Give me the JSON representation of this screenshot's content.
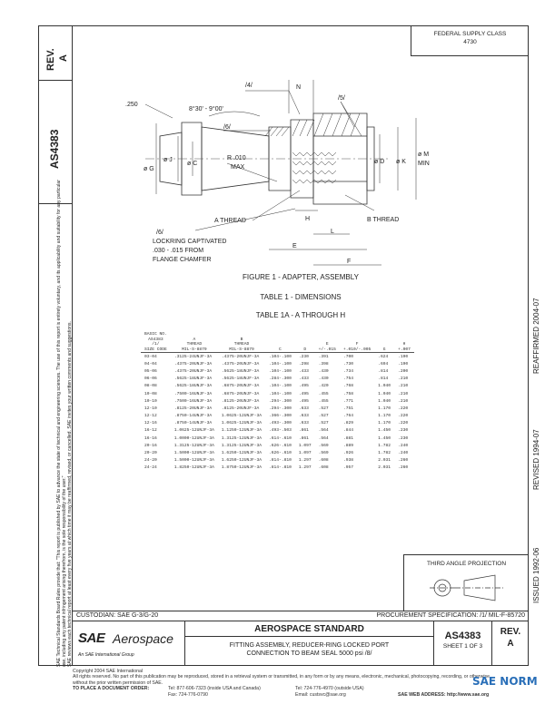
{
  "sidebar": {
    "rev_label": "REV.",
    "rev_value": "A",
    "doc_number": "AS4383",
    "legal_text": "SAE Technical Standards Board Rules provide that: \"This report is published by SAE to advance the state of technical and engineering sciences. The use of this report is entirely voluntary, and its applicability and suitability for any particular use, including any patent infringement arising therefrom, is the sole responsibility of the user.\"",
    "review_text": "SAE reviews each technical report at least every five years at which time it may be reaffirmed, revised, or cancelled. SAE invites your written comments and suggestions."
  },
  "right_margin": {
    "issued": "ISSUED 1992-06",
    "revised": "REVISED 1994-07",
    "reaffirmed": "REAFFIRMED 2004-07"
  },
  "federal_supply": {
    "label": "FEDERAL SUPPLY CLASS",
    "value": "4730"
  },
  "drawing": {
    "labels": {
      "dim_250": ".250",
      "angle": "8°30' - 9°00'",
      "note4": "/4/",
      "note6a": "/6/",
      "note5": "/5/",
      "n": "N",
      "phi_j": "ø J",
      "phi_c": "ø C",
      "phi_g": "ø G",
      "r_label": "R .010",
      "r_max": "MAX",
      "phi_d": "ø D",
      "phi_k": "ø K",
      "phi_m": "ø M",
      "min": "MIN",
      "a_thread": "A THREAD",
      "b_thread": "B THREAD",
      "h": "H",
      "l": "L",
      "e": "E",
      "f": "F",
      "note6b": "/6/",
      "lock1": "LOCKRING CAPTIVATED",
      "lock2": ".030 - .015 FROM",
      "lock3": "FLANGE CHAMFER"
    }
  },
  "captions": {
    "figure": "FIGURE 1 - ADAPTER, ASSEMBLY",
    "table1": "TABLE 1 - DIMENSIONS",
    "table1a": "TABLE 1A - A THROUGH H"
  },
  "table": {
    "headers": [
      "BASIC NO.\nAS4383\n/1/\nSIZE CODE",
      "A\nTHREAD\nMIL-S-8879",
      "B\nTHREAD\nMIL-S-8879",
      "C",
      "D",
      "E\n+/-.015",
      "F\n+.010/-.005",
      "G",
      "H\n+.007"
    ],
    "rows": [
      [
        "03-04",
        ".3125-24UNJF-3A",
        ".4375-20UNJF-3A",
        ".104-.100",
        ".230",
        ".391",
        ".700",
        ".624",
        ".190"
      ],
      [
        "04-04",
        ".4375-20UNJF-3A",
        ".4375-20UNJF-3A",
        ".104-.100",
        ".298",
        ".398",
        ".730",
        ".694",
        ".190"
      ],
      [
        "05-06",
        ".4375-20UNJF-3A",
        ".5625-18UNJF-3A",
        ".104-.100",
        ".433",
        ".430",
        ".734",
        ".814",
        ".200"
      ],
      [
        "06-06",
        ".5625-18UNJF-3A",
        ".5625-18UNJF-3A",
        ".284-.300",
        ".433",
        ".430",
        ".754",
        ".814",
        ".210"
      ],
      [
        "08-08",
        ".5625-18UNJF-3A",
        ".6875-20UNJF-3A",
        ".104-.100",
        ".495",
        ".420",
        ".768",
        "1.040",
        ".210"
      ],
      [
        "10-08",
        ".7500-16UNJF-3A",
        ".6875-20UNJF-3A",
        ".104-.100",
        ".495",
        ".455",
        ".758",
        "1.040",
        ".210"
      ],
      [
        "10-10",
        ".7500-16UNJF-3A",
        ".8125-20UNJF-3A",
        ".294-.300",
        ".495",
        ".455",
        ".771",
        "1.040",
        ".210"
      ],
      [
        "12-10",
        ".8125-20UNJF-3A",
        ".8125-20UNJF-3A",
        ".294-.300",
        ".633",
        ".527",
        ".751",
        "1.170",
        ".220"
      ],
      [
        "12-12",
        ".8750-14UNJF-3A",
        "1.0625-12UNJF-3A",
        ".366-.300",
        ".633",
        ".527",
        ".764",
        "1.170",
        ".220"
      ],
      [
        "12-16",
        ".8750-14UNJF-3A",
        "1.0625-12UNJF-3A",
        ".493-.300",
        ".633",
        ".527",
        ".829",
        "1.170",
        ".220"
      ],
      [
        "16-12",
        "1.0625-12UNJF-3A",
        "1.1250-12UNJF-3A",
        ".493-.503",
        ".861",
        ".564",
        ".844",
        "1.450",
        ".230"
      ],
      [
        "16-16",
        "1.0000-12UNJF-3A",
        "1.3125-12UNJF-3A",
        ".614-.610",
        ".861",
        ".564",
        ".881",
        "1.450",
        ".230"
      ],
      [
        "20-16",
        "1.3125-12UNJF-3A",
        "1.3125-12UNJF-3A",
        ".626-.610",
        "1.097",
        ".569",
        ".889",
        "1.782",
        ".240"
      ],
      [
        "20-20",
        "1.5000-12UNJF-3A",
        "1.6250-12UNJF-3A",
        ".626-.610",
        "1.097",
        ".569",
        ".926",
        "1.782",
        ".240"
      ],
      [
        "24-20",
        "1.5000-12UNJF-3A",
        "1.6250-12UNJF-3A",
        ".814-.810",
        "1.297",
        ".608",
        ".938",
        "2.031",
        ".260"
      ],
      [
        "24-24",
        "1.8250-12UNJF-3A",
        "1.8750-12UNJF-3A",
        ".814-.810",
        "1.297",
        ".608",
        ".957",
        "2.031",
        ".260"
      ]
    ]
  },
  "third_angle": {
    "label": "THIRD ANGLE PROJECTION"
  },
  "custodian": {
    "left": "CUSTODIAN: SAE G-3/G-20",
    "right": "PROCUREMENT SPECIFICATION: /1/ MIL-F-85720"
  },
  "title_block": {
    "logo_sae": "SAE",
    "logo_aerospace": "Aerospace",
    "logo_sub": "An SAE International Group",
    "standard": "AEROSPACE STANDARD",
    "title_line1": "FITTING ASSEMBLY, REDUCER-RING LOCKED PORT",
    "title_line2": "CONNECTION TO BEAM SEAL 5000 psi /8/",
    "doc_number": "AS4383",
    "sheet": "SHEET 1 OF 3",
    "rev_label": "REV.",
    "rev_value": "A"
  },
  "footer": {
    "copyright": "Copyright 2004 SAE International",
    "rights": "All rights reserved. No part of this publication may be reproduced, stored in a retrieval system or transmitted, in any form or by any means, electronic, mechanical, photocopying, recording, or otherwise, without the prior written permission of SAE.",
    "order": "TO PLACE A DOCUMENT ORDER:",
    "tel_us": "Tel: 877-606-7323 (inside USA and Canada)",
    "tel_out": "Tel: 724-776-4970 (outside USA)",
    "fax": "Fax: 724-776-0790",
    "email": "Email: custsvc@sae.org",
    "web": "SAE WEB ADDRESS: http://www.sae.org",
    "stamp": "SAE NORM"
  }
}
